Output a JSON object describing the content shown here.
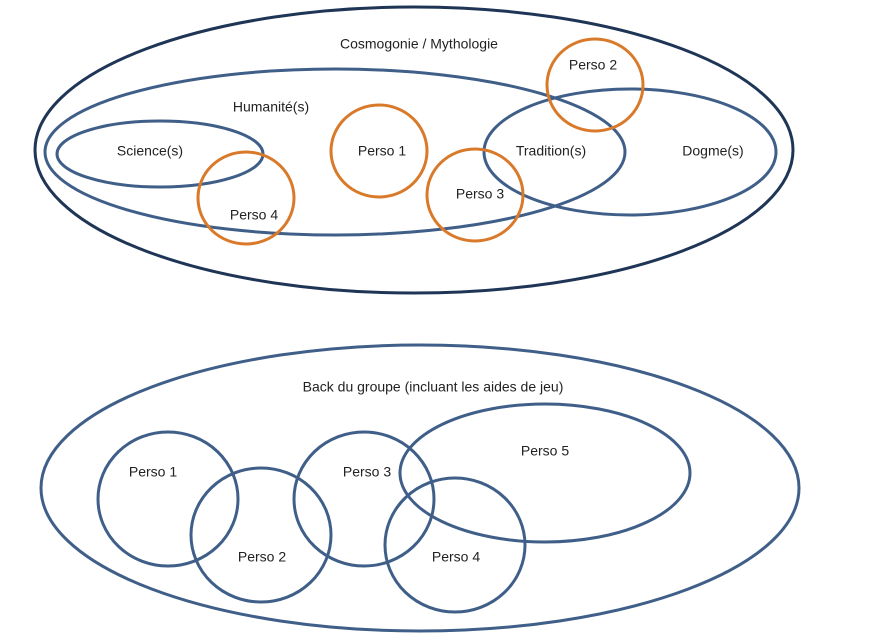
{
  "top_diagram": {
    "cosmogonie_label": "Cosmogonie / Mythologie",
    "humanite_label": "Humanité(s)",
    "science_label": "Science(s)",
    "tradition_label": "Tradition(s)",
    "dogme_label": "Dogme(s)",
    "perso1_label": "Perso 1",
    "perso2_label": "Perso 2",
    "perso3_label": "Perso 3",
    "perso4_label": "Perso 4"
  },
  "bottom_diagram": {
    "back_label": "Back du groupe (incluant les aides de jeu)",
    "perso1_label": "Perso 1",
    "perso2_label": "Perso 2",
    "perso3_label": "Perso 3",
    "perso4_label": "Perso 4",
    "perso5_label": "Perso 5"
  },
  "colors": {
    "outer_stroke": "#1f3556",
    "set_stroke": "#3f5f89",
    "character_highlight": "#d97a2b"
  }
}
